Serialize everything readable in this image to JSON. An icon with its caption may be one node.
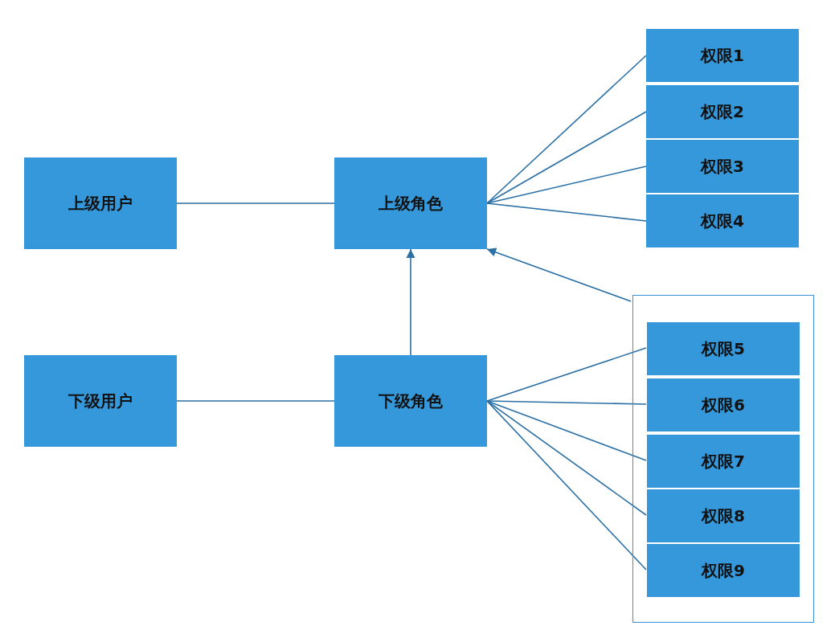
{
  "diagram": {
    "nodes": [
      {
        "text": [
          "上级用户"
        ]
      },
      {
        "text": [
          "上级角色"
        ]
      },
      {
        "text": [
          "权限1"
        ]
      },
      {
        "text": [
          "权限2"
        ]
      },
      {
        "text": [
          "权限3"
        ]
      },
      {
        "text": [
          "权限4"
        ]
      },
      {
        "text": [
          "下级用户"
        ]
      },
      {
        "text": [
          "下级角色"
        ]
      },
      {
        "text": [],
        "shape": "box"
      },
      {
        "text": [
          "权限5"
        ],
        "in": 8
      },
      {
        "text": [
          "权限6"
        ],
        "in": 8
      },
      {
        "text": [
          "权限7"
        ],
        "in": 8
      },
      {
        "text": [
          "权限8"
        ],
        "in": 8
      },
      {
        "text": [
          "权限9"
        ],
        "in": 8
      }
    ],
    "edges": [
      {
        "from": 0,
        "to": 1,
        "arrow": "none"
      },
      {
        "from": 1,
        "to": 2,
        "arrow": "none"
      },
      {
        "from": 1,
        "to": 3,
        "arrow": "none"
      },
      {
        "from": 1,
        "to": 4,
        "arrow": "none"
      },
      {
        "from": 1,
        "to": 5,
        "arrow": "none"
      },
      {
        "from": 8,
        "to": 1,
        "arrow": "to"
      },
      {
        "from": 7,
        "to": 1,
        "arrow": "to"
      },
      {
        "from": 6,
        "to": 7,
        "arrow": "none"
      },
      {
        "from": 7,
        "to": 9,
        "arrow": "none"
      },
      {
        "from": 7,
        "to": 10,
        "arrow": "none"
      },
      {
        "from": 7,
        "to": 11,
        "arrow": "none"
      },
      {
        "from": 7,
        "to": 12,
        "arrow": "none"
      },
      {
        "from": 7,
        "to": 13,
        "arrow": "none"
      }
    ]
  }
}
